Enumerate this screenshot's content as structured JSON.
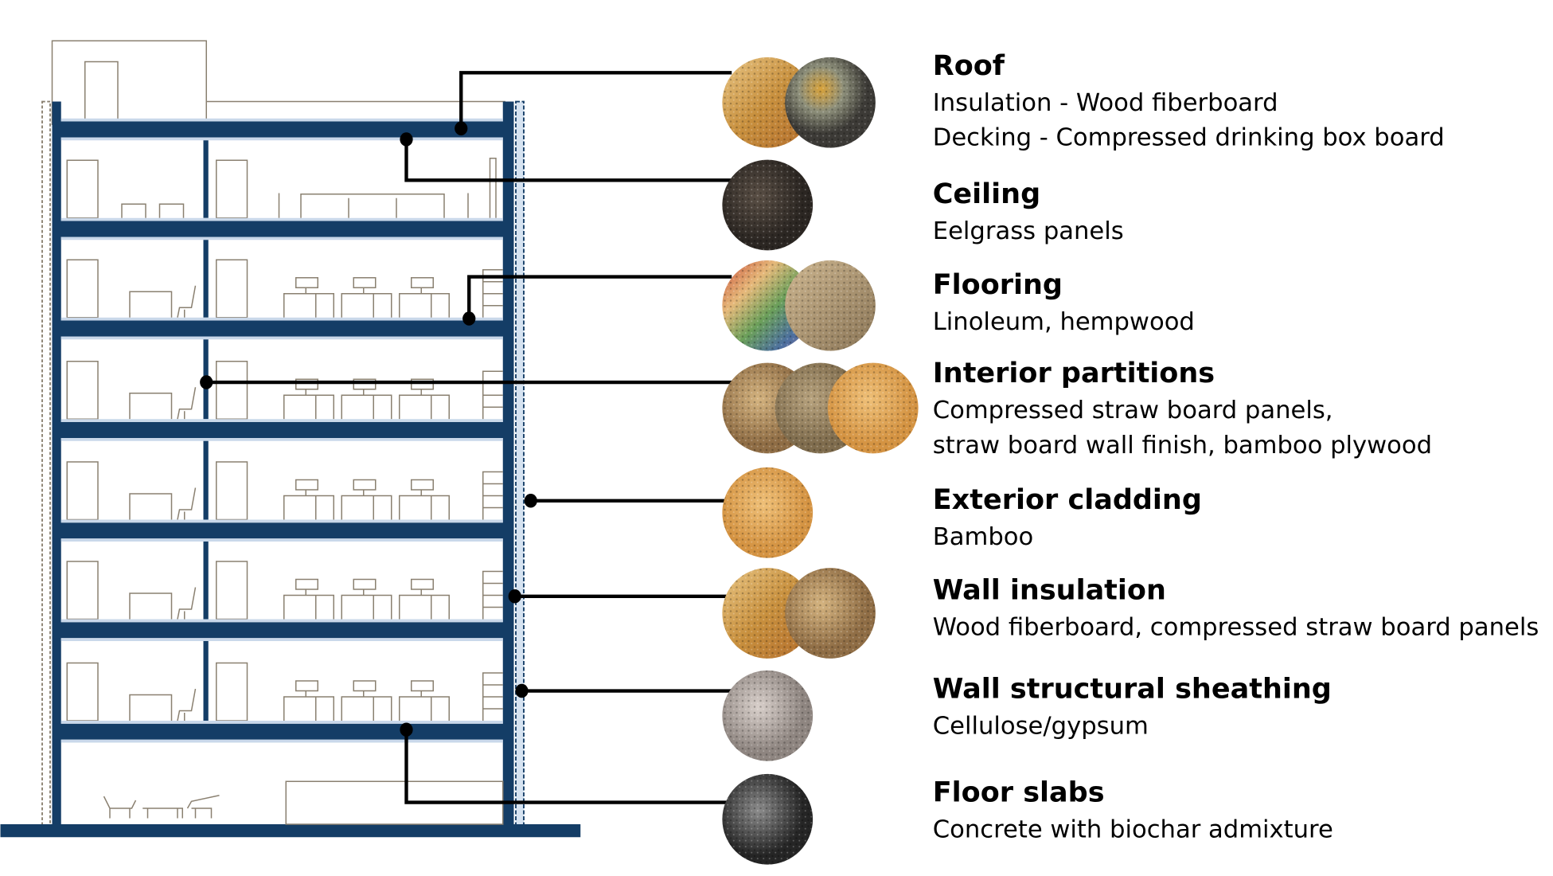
{
  "colors": {
    "structure": "#143d66",
    "structure_light": "#c9d8ea",
    "furniture": "#8a8070",
    "connector": "#000000"
  },
  "materials": [
    {
      "title": "Roof",
      "lines": [
        "Insulation - Wood fiberboard",
        "Decking - Compressed drinking box board"
      ],
      "swatches": [
        "wood-fiberboard",
        "box-board"
      ]
    },
    {
      "title": "Ceiling",
      "lines": [
        "Eelgrass panels"
      ],
      "swatches": [
        "eelgrass"
      ]
    },
    {
      "title": "Flooring",
      "lines": [
        "Linoleum, hempwood"
      ],
      "swatches": [
        "linoleum",
        "hempwood"
      ]
    },
    {
      "title": "Interior partitions",
      "lines": [
        "Compressed straw board panels,",
        "straw board wall finish, bamboo plywood"
      ],
      "swatches": [
        "straw-board",
        "straw-finish",
        "bamboo-plywood"
      ]
    },
    {
      "title": "Exterior cladding",
      "lines": [
        "Bamboo"
      ],
      "swatches": [
        "bamboo"
      ]
    },
    {
      "title": "Wall insulation",
      "lines": [
        "Wood fiberboard, compressed straw board panels"
      ],
      "swatches": [
        "wood-fiberboard",
        "straw-board"
      ]
    },
    {
      "title": "Wall structural sheathing",
      "lines": [
        "Cellulose/gypsum"
      ],
      "swatches": [
        "cellulose"
      ]
    },
    {
      "title": "Floor slabs",
      "lines": [
        "Concrete with biochar admixture"
      ],
      "swatches": [
        "biochar-concrete"
      ]
    }
  ]
}
